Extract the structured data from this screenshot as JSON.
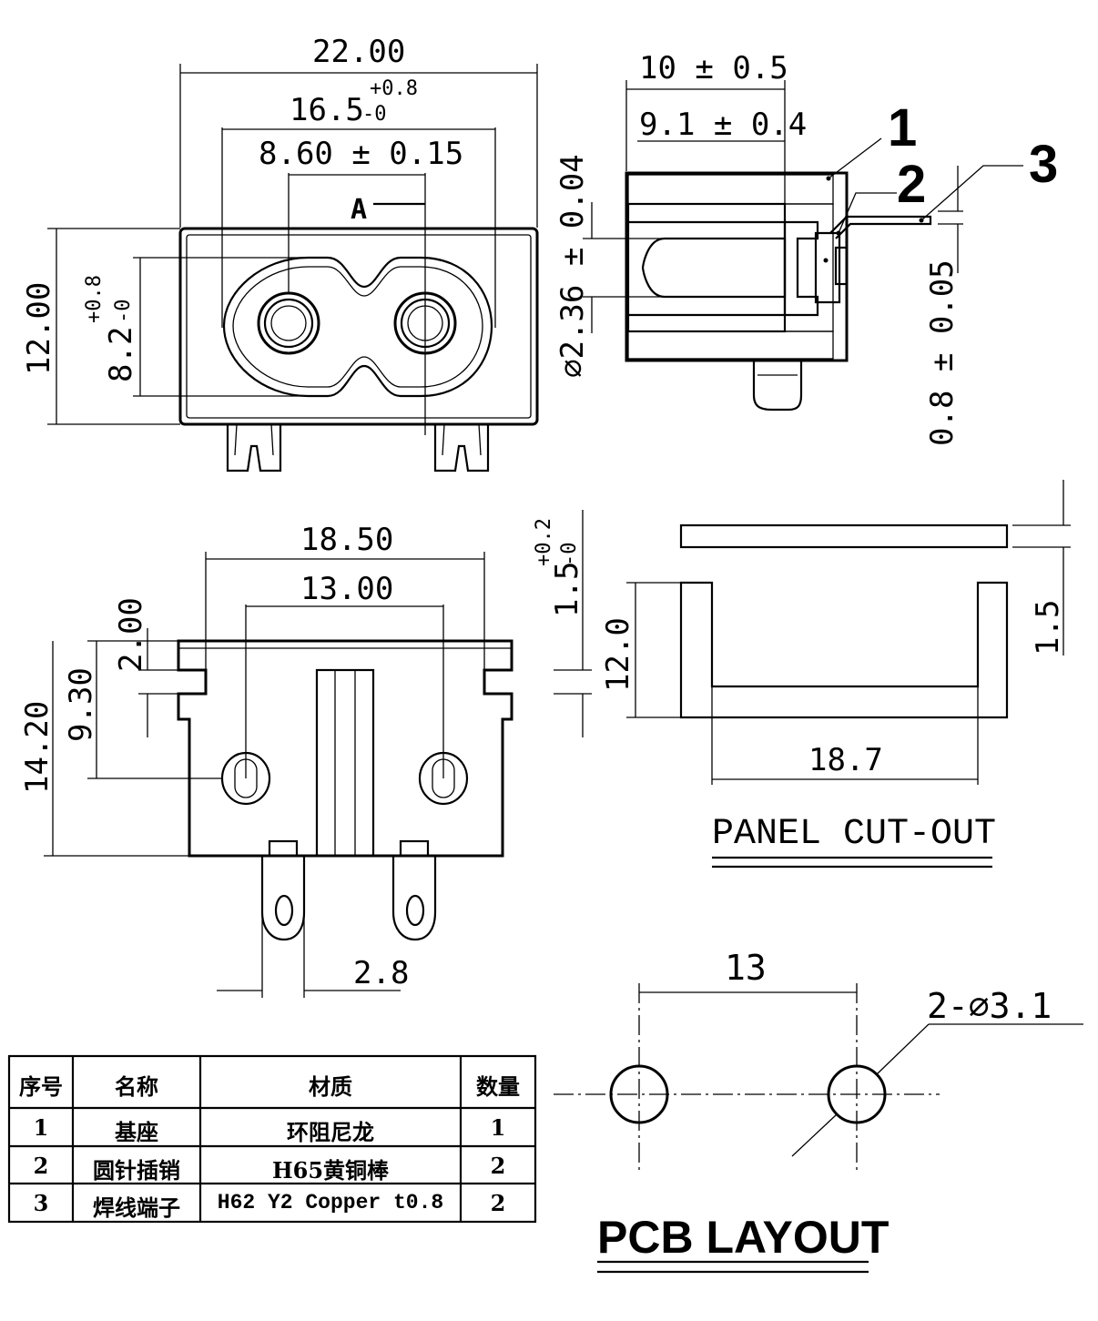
{
  "front_view": {
    "dim_overall_width": "22.00",
    "dim_slot_width": "16.5",
    "dim_slot_width_tol_upper": "+0.8",
    "dim_slot_width_tol_lower": "-0",
    "dim_pin_spacing": "8.60 ± 0.15",
    "dim_height": "12.00",
    "dim_slot_height": "8.2",
    "dim_slot_height_tol_upper": "+0.8",
    "dim_slot_height_tol_lower": "-0",
    "section_label": "A"
  },
  "side_section": {
    "dim_depth": "10 ± 0.5",
    "dim_inner_depth": "9.1 ± 0.4",
    "dim_pin_diameter": "⌀2.36 ± 0.04",
    "dim_terminal_thickness": "0.8 ± 0.05",
    "callouts": [
      "1",
      "2",
      "3"
    ]
  },
  "bottom_view": {
    "dim_width": "18.50",
    "dim_pin_spacing": "13.00",
    "dim_notch": "2.00",
    "dim_pin_height": "9.30",
    "dim_total_height": "14.20",
    "dim_terminal_spacing": "2.8"
  },
  "panel_cutout": {
    "title": "PANEL CUT-OUT",
    "dim_panel_thickness": "1.5",
    "dim_panel_thickness_tol_upper": "+0.2",
    "dim_panel_thickness_tol_lower": "-0",
    "dim_height": "12.0",
    "dim_wall": "1.5",
    "dim_width": "18.7"
  },
  "pcb_layout": {
    "title": "PCB LAYOUT",
    "dim_spacing": "13",
    "dim_holes": "2-⌀3.1"
  },
  "parts_table": {
    "headers": [
      "序号",
      "名称",
      "材质",
      "数量"
    ],
    "rows": [
      [
        "1",
        "基座",
        "环阻尼龙",
        "1"
      ],
      [
        "2",
        "圆针插销",
        "H65黄铜棒",
        "2"
      ],
      [
        "3",
        "焊线端子",
        "H62 Y2 Copper t0.8",
        "2"
      ]
    ]
  }
}
